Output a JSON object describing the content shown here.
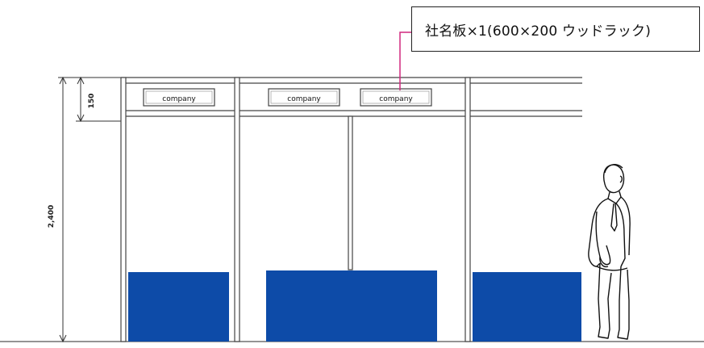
{
  "callout": {
    "text": "社名板×1(600×200 ウッドラック)"
  },
  "signs": [
    {
      "label": "company"
    },
    {
      "label": "company"
    },
    {
      "label": "company"
    }
  ],
  "dimensions": {
    "fascia_height": "150",
    "total_height": "2,400"
  },
  "colors": {
    "counter_fill": "#0d4ba8",
    "callout_line": "#d1287f",
    "frame": "#333333"
  }
}
